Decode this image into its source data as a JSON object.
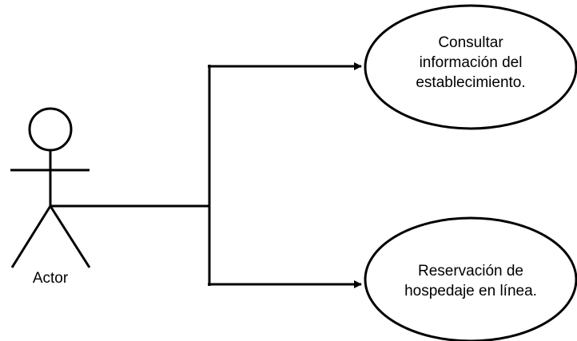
{
  "diagram": {
    "actor": {
      "label": "Actor"
    },
    "use_cases": [
      {
        "lines": [
          "Consultar",
          "información del",
          "establecimiento."
        ]
      },
      {
        "lines": [
          "Reservación de",
          "hospedaje en línea."
        ]
      }
    ]
  }
}
